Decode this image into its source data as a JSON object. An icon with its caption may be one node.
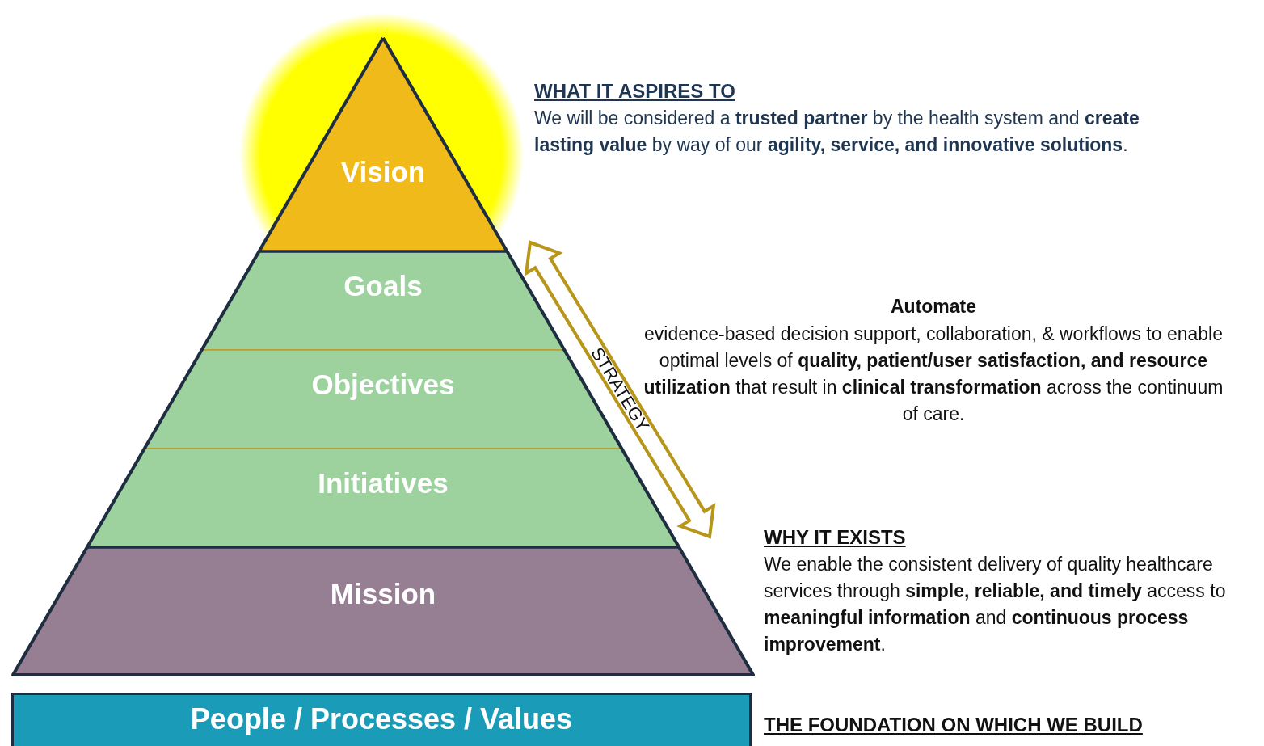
{
  "diagram": {
    "nodes": [
      {
        "text": [
          "Vision"
        ]
      },
      {
        "text": [
          "Goals"
        ]
      },
      {
        "text": [
          "Objectives"
        ]
      },
      {
        "text": [
          "Initiatives"
        ]
      },
      {
        "text": [
          "Mission"
        ]
      },
      {
        "text": [
          "People / Processes / Values"
        ]
      }
    ],
    "labels": [
      "WHAT IT ASPIRES TO",
      "We will be considered a **trusted partner** by the health system and **create lasting value** by way of our **agility, service, and innovative solutions**.",
      "Automate",
      "evidence-based decision support, collaboration, & workflows to enable optimal levels of **quality, patient/user satisfaction, and resource utilization** that result in **clinical transformation** across the continuum of care.",
      "STRATEGY",
      "WHY IT EXISTS",
      "We enable the consistent delivery of quality healthcare services through **simple, reliable, and timely** access to **meaningful information** and **continuous process improvement**.",
      "THE FOUNDATION ON WHICH WE BUILD"
    ]
  }
}
